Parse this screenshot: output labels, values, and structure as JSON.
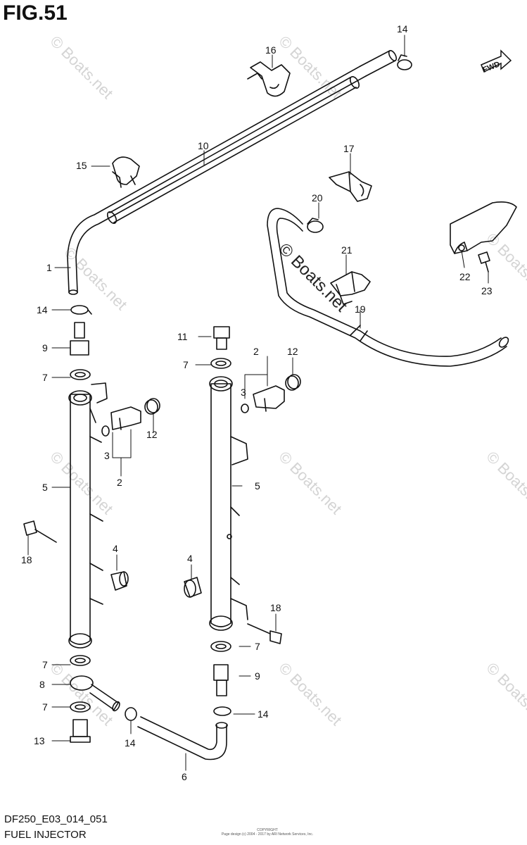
{
  "figure": {
    "title": "FIG.51"
  },
  "footer": {
    "code": "DF250_E03_014_051",
    "name": "FUEL INJECTOR",
    "copyright_line1": "COPYRIGHT",
    "copyright_line2": "Page design (c) 2004 - 2017 by ARI Network Services, Inc."
  },
  "forward_indicator": {
    "label": "FWD"
  },
  "watermark": {
    "text": "© Boats.net"
  },
  "callouts": [
    "1",
    "2",
    "3",
    "4",
    "5",
    "6",
    "7",
    "8",
    "9",
    "10",
    "11",
    "12",
    "13",
    "14",
    "15",
    "16",
    "17",
    "18",
    "19",
    "20",
    "21",
    "22",
    "23"
  ]
}
